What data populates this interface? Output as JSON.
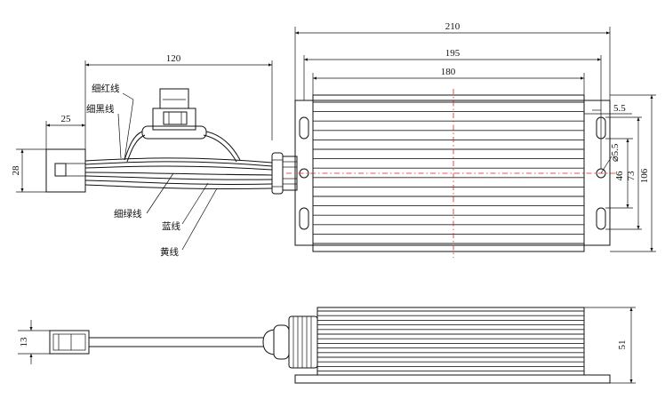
{
  "dimensions": {
    "overall_length": "210",
    "mount_spacing": "195",
    "body_length": "180",
    "wire_length": "120",
    "connector_length": "25",
    "connector_height": "28",
    "slot_offset": "5.5",
    "hole_diameter": "⌀5.5",
    "slot_spacing": "46",
    "body_width": "73",
    "overall_width": "106",
    "connector_side_height": "13",
    "body_height": "51"
  },
  "labels": {
    "thin_red_wire": "细红线",
    "thin_black_wire": "细黑线",
    "thin_green_wire": "细绿线",
    "blue_wire": "蓝线",
    "yellow_wire": "黄线"
  },
  "colors": {
    "line": "#111111",
    "centerline": "#dd2211",
    "background": "#ffffff"
  }
}
